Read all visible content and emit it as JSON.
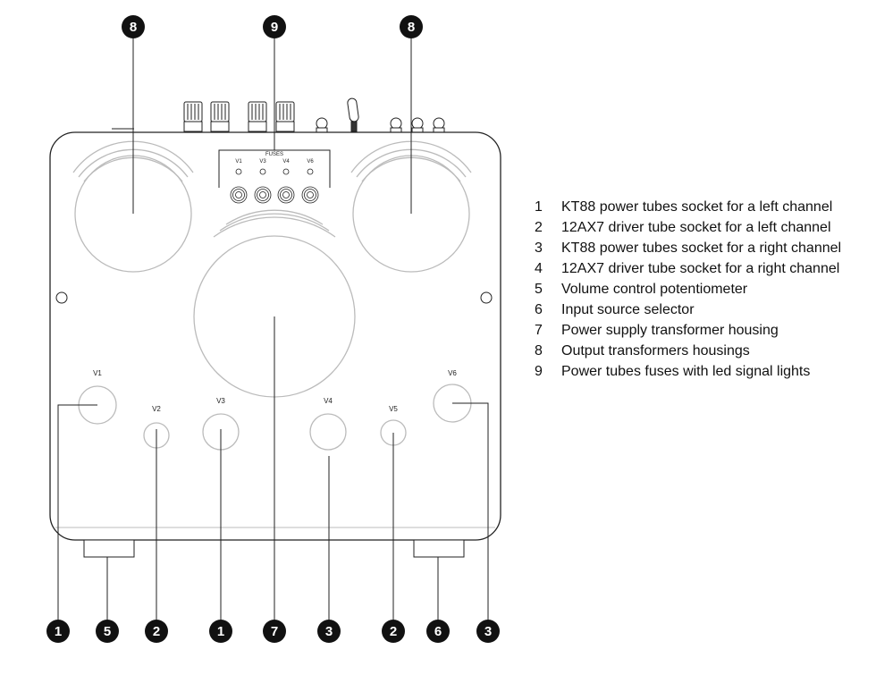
{
  "diagram": {
    "fuses": {
      "title": "FUSES",
      "labels": [
        "V1",
        "V3",
        "V4",
        "V6"
      ]
    },
    "tubes": [
      {
        "id": "V1",
        "label": "V1"
      },
      {
        "id": "V2",
        "label": "V2"
      },
      {
        "id": "V3",
        "label": "V3"
      },
      {
        "id": "V4",
        "label": "V4"
      },
      {
        "id": "V5",
        "label": "V5"
      },
      {
        "id": "V6",
        "label": "V6"
      }
    ],
    "callouts_top": [
      "8",
      "9",
      "8"
    ],
    "callouts_bottom": [
      "1",
      "5",
      "2",
      "1",
      "7",
      "3",
      "2",
      "6",
      "3"
    ]
  },
  "legend": [
    {
      "num": "1",
      "text": "KT88 power tubes socket for a left channel"
    },
    {
      "num": "2",
      "text": "12AX7 driver tube socket for a left channel"
    },
    {
      "num": "3",
      "text": "KT88 power tubes socket for a right channel"
    },
    {
      "num": "4",
      "text": "12AX7 driver tube socket for a right channel"
    },
    {
      "num": "5",
      "text": "Volume control potentiometer"
    },
    {
      "num": "6",
      "text": "Input source selector"
    },
    {
      "num": "7",
      "text": "Power supply transformer housing"
    },
    {
      "num": "8",
      "text": "Output transformers housings"
    },
    {
      "num": "9",
      "text": "Power tubes fuses with led signal lights"
    }
  ]
}
